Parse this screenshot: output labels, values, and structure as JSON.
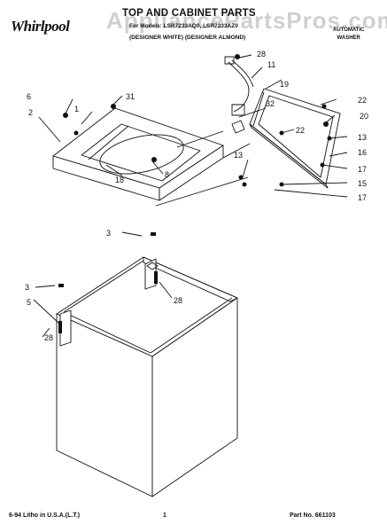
{
  "header": {
    "brand": "Whirlpool",
    "title": "TOP AND CABINET PARTS",
    "models": "For Models: LSR7233AQ0, LSR7233AZ0",
    "colors": "(DESIGNER WHITE) (DESIGNER ALMOND)",
    "product_type": [
      "AUTOMATIC",
      "WASHER"
    ],
    "watermark": "AppliancePartsPros.com"
  },
  "callouts": {
    "c1": "1",
    "c2": "2",
    "c3a": "3",
    "c3b": "3",
    "c5": "5",
    "c6": "6",
    "c8": "8",
    "c11": "11",
    "c13a": "13",
    "c13b": "13",
    "c15": "15",
    "c16": "16",
    "c17a": "17",
    "c17b": "17",
    "c18": "18",
    "c19": "19",
    "c20": "20",
    "c22a": "22",
    "c22b": "22",
    "c28a": "28",
    "c28b": "28",
    "c28c": "28",
    "c31": "31",
    "c32": "32"
  },
  "footer": {
    "left": "6-94 Litho in U.S.A.(L.T.)",
    "page": "1",
    "part_no": "Part No. 661103"
  }
}
